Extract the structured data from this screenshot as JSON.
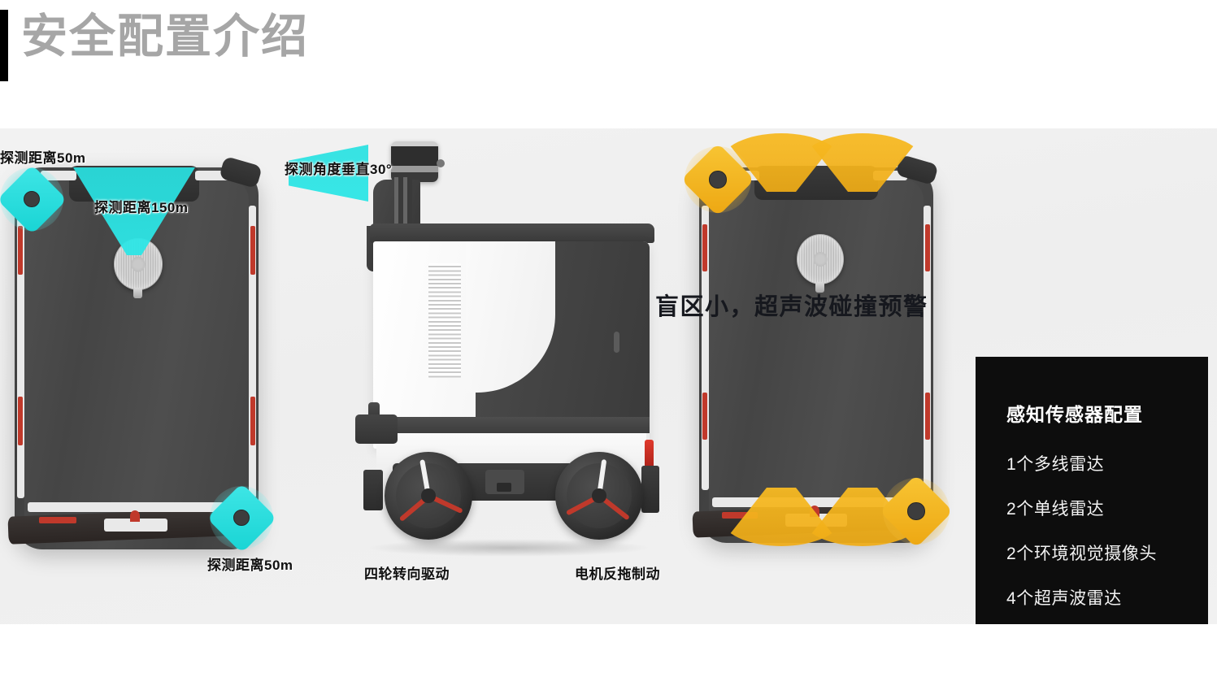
{
  "title": "安全配置介绍",
  "left_figure": {
    "name": "top-down-lidar-view",
    "labels": {
      "corner_front": "探测距离50m",
      "main_lidar": "探测距离150m",
      "corner_rear": "探测距离50m"
    }
  },
  "middle_figure": {
    "name": "side-view",
    "labels": {
      "vertical_angle": "探测角度垂直30°",
      "drive": "四轮转向驱动",
      "brake": "电机反拖制动"
    }
  },
  "right_figure": {
    "name": "top-down-ultrasonic-view",
    "heading": "盲区小，超声波碰撞预警"
  },
  "info_panel": {
    "title": "感知传感器配置",
    "items": [
      "1个多线雷达",
      "2个单线雷达",
      "2个环境视觉摄像头",
      "4个超声波雷达"
    ]
  },
  "colors": {
    "title_gray": "#a6a6a6",
    "accent_bar": "#000000",
    "cyan_sensor": "#2ee0e0",
    "amber_sensor": "#f5b822",
    "panel_bg": "#0d0d0d",
    "band_bg": "#f0f0f0",
    "heading_dark": "#16181e"
  }
}
